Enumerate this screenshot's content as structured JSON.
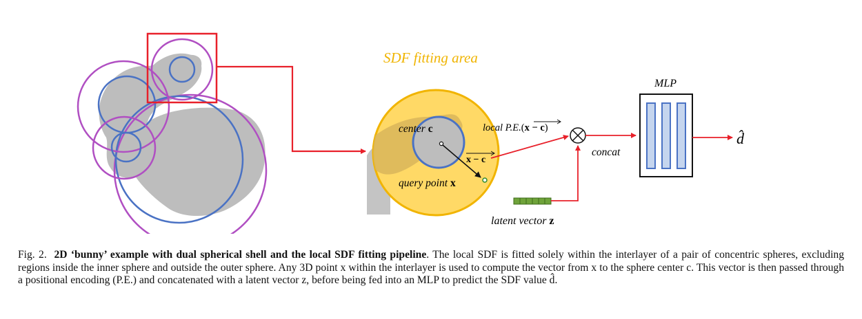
{
  "figure": {
    "sdf_area_label": "SDF fitting area",
    "center_label": "center",
    "center_symbol": "c",
    "local_pe_label": "local P.E.",
    "vector_label": "x − c",
    "query_label": "query point",
    "query_symbol": "x",
    "concat_label": "concat",
    "latent_label": "latent vector",
    "latent_symbol": "z",
    "mlp_label": "MLP",
    "output_label": "d̂",
    "colors": {
      "bunny": "#bdbdbd",
      "outer_sphere": "#b04fc2",
      "inner_sphere": "#4a72c4",
      "highlight": "#e8202a",
      "fitting_area": "#ffd966",
      "fitting_area_border": "#f1b400",
      "sdf_title": "#f0b400",
      "mlp_fill": "#c5d5ee",
      "latent": "#6fa33a"
    }
  },
  "caption": {
    "fig_label": "Fig. 2.",
    "title": "2D ‘bunny’ example with dual spherical shell and the local SDF fitting pipeline",
    "body": ". The local SDF is fitted solely within the interlayer of a pair of concentric spheres, excluding regions inside the inner sphere and outside the outer sphere. Any 3D point x within the interlayer is used to compute the vector from x to the sphere center c. This vector is then passed through a positional encoding (P.E.) and concatenated with a latent vector z, before being fed into an MLP to predict the SDF value d̂."
  }
}
